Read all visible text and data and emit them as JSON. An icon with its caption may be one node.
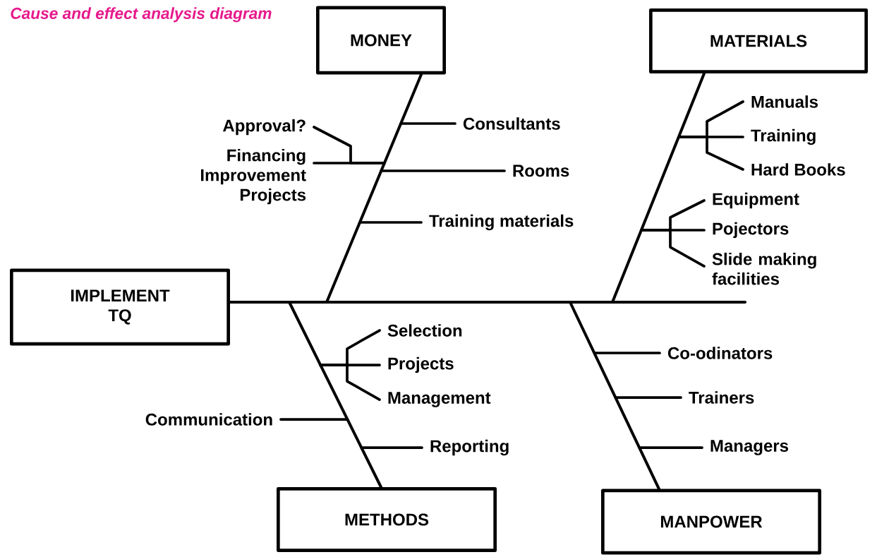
{
  "diagram": {
    "title": "Cause and effect analysis diagram",
    "nodes": [
      {
        "text": [
          "MONEY"
        ]
      },
      {
        "text": [
          "MATERIALS"
        ]
      },
      {
        "text": [
          "Consultants"
        ]
      },
      {
        "text": [
          "Approval?"
        ]
      },
      {
        "text": [
          "Financing Improvement Projects"
        ]
      },
      {
        "text": [
          "Rooms"
        ]
      },
      {
        "text": [
          "Training materials"
        ]
      },
      {
        "text": [
          "Manuals"
        ]
      },
      {
        "text": [
          "Training"
        ]
      },
      {
        "text": [
          "Hard Books"
        ]
      },
      {
        "text": [
          "Equipment"
        ]
      },
      {
        "text": [
          "Pojectors"
        ]
      },
      {
        "text": [
          "Slide making facilities"
        ]
      },
      {
        "text": [
          "IMPLEMENT TQ"
        ]
      },
      {
        "text": [
          "Selection"
        ]
      },
      {
        "text": [
          "Projects"
        ]
      },
      {
        "text": [
          "Management"
        ]
      },
      {
        "text": [
          "Communication"
        ]
      },
      {
        "text": [
          "Reporting"
        ]
      },
      {
        "text": [
          "Co-odinators"
        ]
      },
      {
        "text": [
          "Trainers"
        ]
      },
      {
        "text": [
          "Managers"
        ]
      },
      {
        "text": [
          "METHODS"
        ]
      },
      {
        "text": [
          "MANPOWER"
        ]
      }
    ],
    "edges": [
      {
        "from": 0,
        "to": 13,
        "arrow": "none"
      },
      {
        "from": 1,
        "to": 13,
        "arrow": "none"
      },
      {
        "from": 22,
        "to": 13,
        "arrow": "none"
      },
      {
        "from": 23,
        "to": 13,
        "arrow": "none"
      },
      {
        "from": 2,
        "to": null,
        "arrow": "none"
      },
      {
        "from": 3,
        "to": null,
        "arrow": "none"
      },
      {
        "from": 4,
        "to": null,
        "arrow": "none"
      },
      {
        "from": 5,
        "to": null,
        "arrow": "none"
      },
      {
        "from": 6,
        "to": null,
        "arrow": "none"
      },
      {
        "from": 7,
        "to": null,
        "arrow": "none"
      },
      {
        "from": 8,
        "to": null,
        "arrow": "none"
      },
      {
        "from": 9,
        "to": null,
        "arrow": "none"
      },
      {
        "from": 10,
        "to": null,
        "arrow": "none"
      },
      {
        "from": 11,
        "to": null,
        "arrow": "none"
      },
      {
        "from": 12,
        "to": null,
        "arrow": "none"
      },
      {
        "from": 14,
        "to": null,
        "arrow": "none"
      },
      {
        "from": 15,
        "to": null,
        "arrow": "none"
      },
      {
        "from": 16,
        "to": null,
        "arrow": "none"
      },
      {
        "from": 17,
        "to": null,
        "arrow": "none"
      },
      {
        "from": 18,
        "to": null,
        "arrow": "none"
      },
      {
        "from": 19,
        "to": null,
        "arrow": "none"
      },
      {
        "from": 20,
        "to": null,
        "arrow": "none"
      },
      {
        "from": 21,
        "to": null,
        "arrow": "none"
      }
    ]
  }
}
